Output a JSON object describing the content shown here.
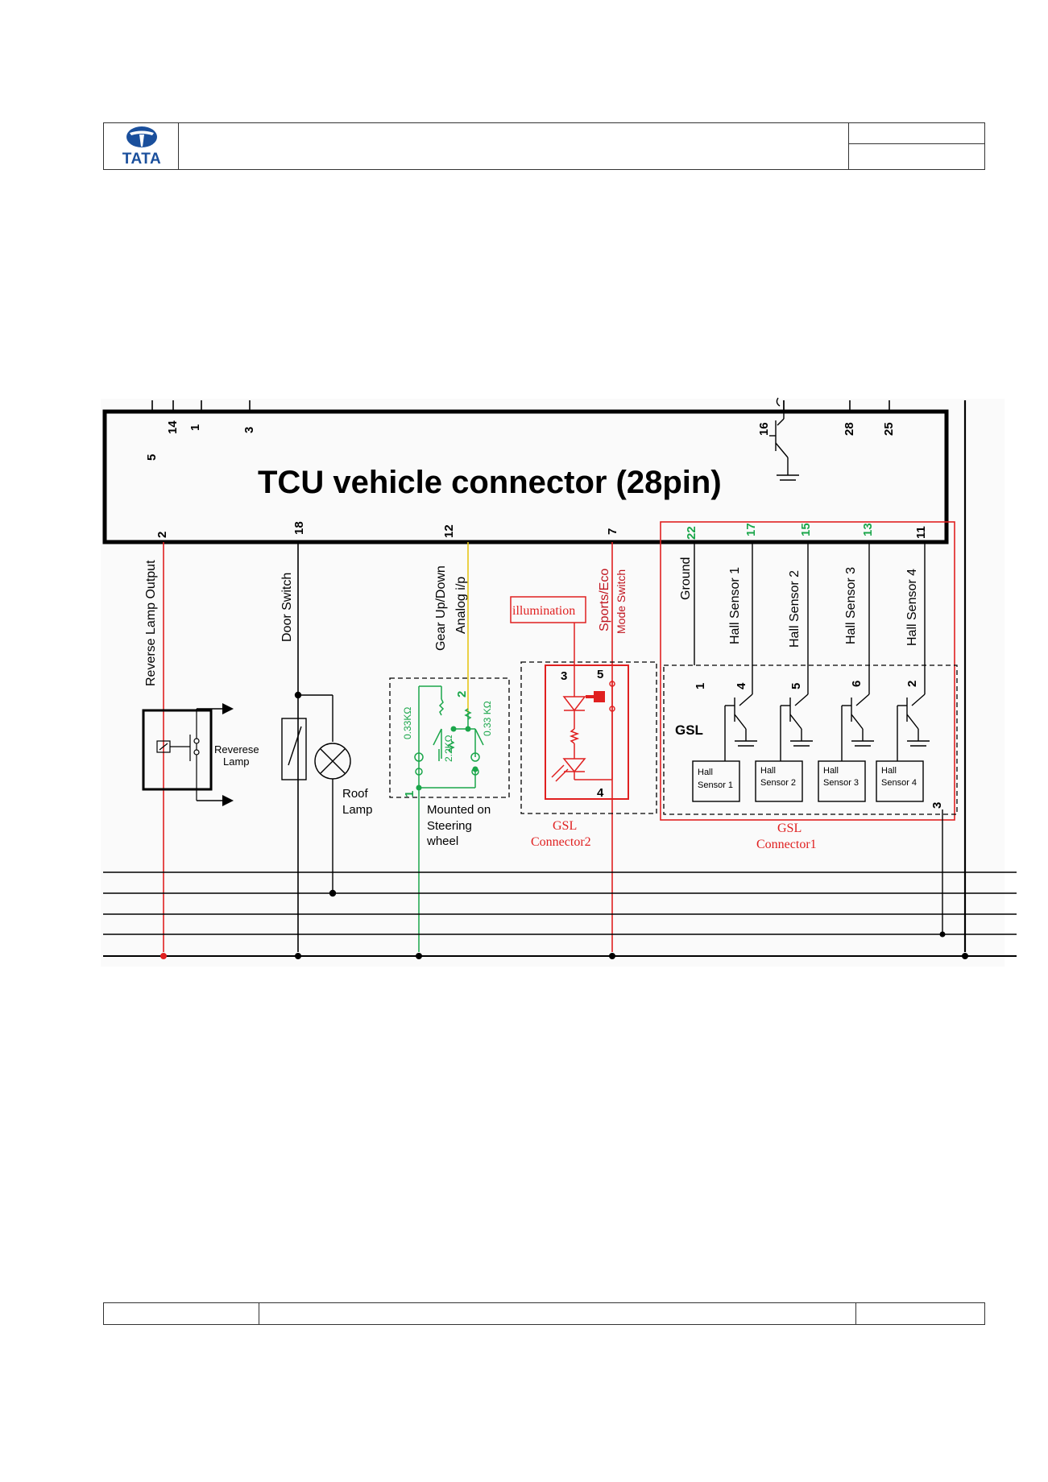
{
  "header": {
    "logo_text": "TATA"
  },
  "connector": {
    "title": "TCU  vehicle connector (28pin)",
    "top_pins": [
      "5",
      "14",
      "1",
      "3",
      "16",
      "28",
      "25"
    ],
    "bottom_pins": [
      "2",
      "18",
      "12",
      "7",
      "22",
      "17",
      "15",
      "13",
      "11"
    ]
  },
  "signals": {
    "reverse_lamp_output": "Reverse Lamp Output",
    "door_switch": "Door Switch",
    "gear_updown_1": "Gear  Up/Down",
    "gear_updown_2": "Analog i/p",
    "sports_eco_1": "Sports/Eco",
    "sports_eco_2": "Mode Switch",
    "ground": "Ground",
    "hall1": "Hall Sensor 1",
    "hall2": "Hall Sensor 2",
    "hall3": "Hall Sensor 3",
    "hall4": "Hall Sensor 4"
  },
  "reverse_lamp": {
    "line1": "Reverese",
    "line2": "Lamp"
  },
  "roof_lamp": {
    "line1": "Roof",
    "line2": "Lamp"
  },
  "steering": {
    "r1": "0.33KΩ",
    "r2": "0.33 KΩ",
    "r3": "2.2KΩ",
    "pin1": "1",
    "pin2": "2",
    "caption1": "Mounted on",
    "caption2": "Steering",
    "caption3": "wheel"
  },
  "gsl2": {
    "illumination": "illumination",
    "pin3": "3",
    "pin5": "5",
    "pin4": "4",
    "caption1": "GSL",
    "caption2": "Connector2"
  },
  "gsl1": {
    "label": "GSL",
    "pins": [
      "1",
      "4",
      "5",
      "6",
      "2",
      "3"
    ],
    "sensors": [
      {
        "l1": "Hall",
        "l2": "Sensor 1"
      },
      {
        "l1": "Hall",
        "l2": "Sensor 2"
      },
      {
        "l1": "Hall",
        "l2": "Sensor 3"
      },
      {
        "l1": "Hall",
        "l2": "Sensor 4"
      }
    ],
    "caption1": "GSL",
    "caption2": "Connector1"
  },
  "colors": {
    "black": "#111111",
    "red": "#e02020",
    "green": "#1aa64a",
    "yellow": "#e6c619",
    "dark_red": "#c0141e"
  }
}
